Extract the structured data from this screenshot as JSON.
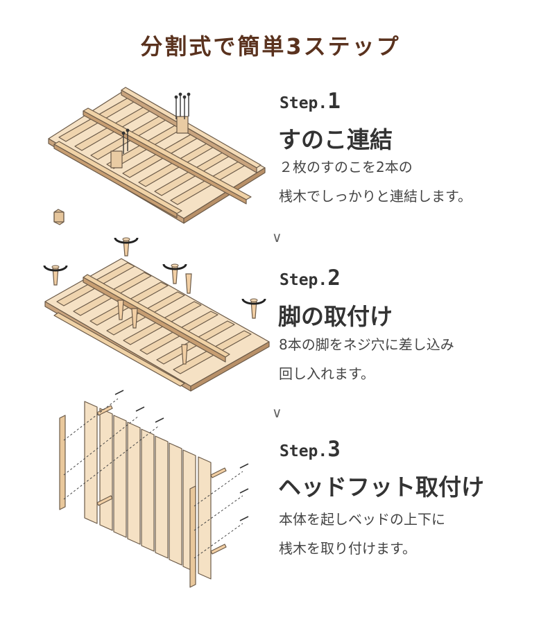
{
  "page_title": "分割式で簡単3ステップ",
  "steps": [
    {
      "label": "Step.",
      "number": "1",
      "heading": "すのこ連結",
      "desc_lines": [
        "２枚のすのこを2本の",
        "桟木でしっかりと連結します。"
      ]
    },
    {
      "label": "Step.",
      "number": "2",
      "heading": "脚の取付け",
      "desc_lines": [
        "8本の脚をネジ穴に差し込み",
        "回し入れます。"
      ]
    },
    {
      "label": "Step.",
      "number": "3",
      "heading": "ヘッドフット取付け",
      "desc_lines": [
        "本体を起しベッドの上下に",
        "桟木を取り付けます。"
      ]
    }
  ],
  "separator_glyph": "∨",
  "colors": {
    "title": "#5a321e",
    "wood": "#f2d9b8",
    "wood_edge": "#6b5a48"
  }
}
